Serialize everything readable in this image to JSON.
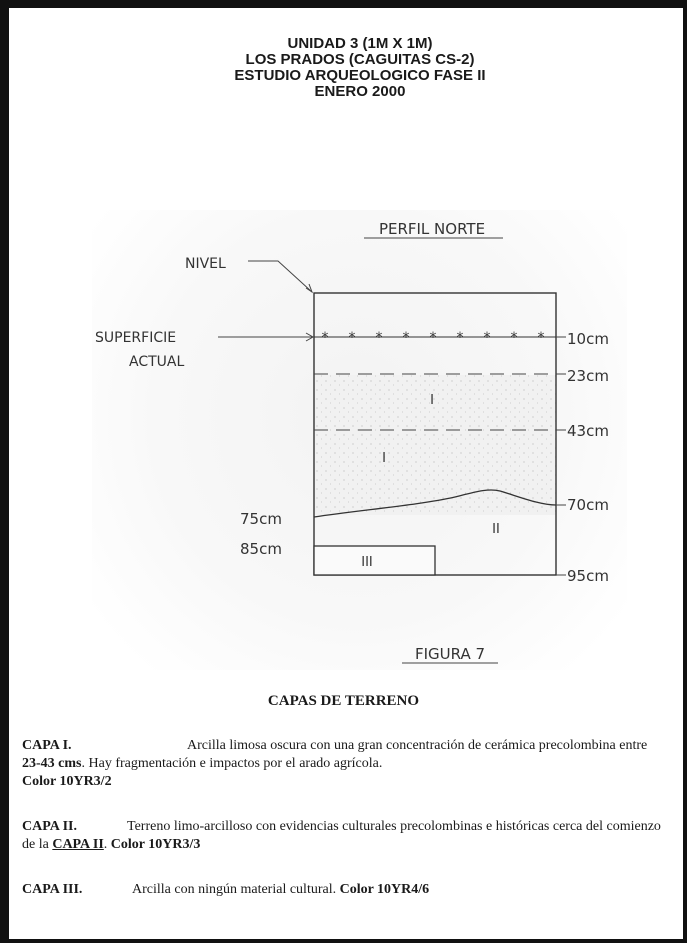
{
  "header": {
    "line1": "UNIDAD 3 (1M X 1M)",
    "line2": "LOS PRADOS (CAGUITAS CS-2)",
    "line3": "ESTUDIO ARQUEOLOGICO FASE II",
    "line4": "ENERO 2000"
  },
  "figure": {
    "profile_title": "PERFIL NORTE",
    "nivel_label": "NIVEL",
    "superficie_label_1": "SUPERFICIE",
    "superficie_label_2": "ACTUAL",
    "right_depths": [
      "10cm",
      "23cm",
      "43cm",
      "70cm",
      "95cm"
    ],
    "left_depths": [
      "75cm",
      "85cm"
    ],
    "layer_labels": [
      "I",
      "I",
      "II",
      "III"
    ],
    "caption": "FIGURA 7"
  },
  "capas": {
    "title": "CAPAS DE TERRENO",
    "capa1": {
      "label": "CAPA I.",
      "text_a": "Arcilla limosa oscura con una gran concentración de cerámica precolombina entre ",
      "bold_range": "23-43 cms",
      "text_b": ". Hay fragmentación e impactos por el arado agrícola.",
      "color": "Color 10YR3/2"
    },
    "capa2": {
      "label": "CAPA II.",
      "text_a": "Terreno limo-arcilloso con evidencias culturales precolombinas e históricas cerca del comienzo de la ",
      "ref": "CAPA II",
      "text_b": ". ",
      "color": "Color 10YR3/3"
    },
    "capa3": {
      "label": "CAPA III.",
      "text_a": "Arcilla con ningún material cultural. ",
      "color": "Color 10YR4/6"
    }
  }
}
